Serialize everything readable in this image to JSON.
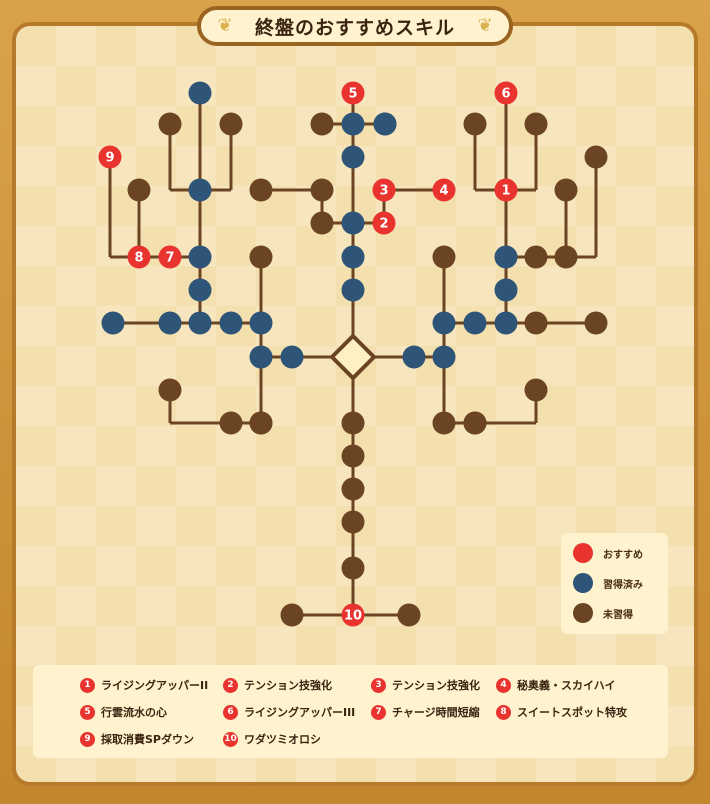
{
  "title": "終盤のおすすめスキル",
  "colors": {
    "recommended": "#e8332f",
    "learned": "#2e5478",
    "unlearned": "#6b4523",
    "line": "#6b4523",
    "center": "#fff0c2"
  },
  "legend": [
    {
      "label": "おすすめ",
      "state": "recommended"
    },
    {
      "label": "習得済み",
      "state": "learned"
    },
    {
      "label": "未習得",
      "state": "unlearned"
    }
  ],
  "recommendations": [
    {
      "num": "1",
      "name": "ライジングアッパーII"
    },
    {
      "num": "2",
      "name": "テンション技強化"
    },
    {
      "num": "3",
      "name": "テンション技強化"
    },
    {
      "num": "4",
      "name": "秘奥義・スカイハイ"
    },
    {
      "num": "5",
      "name": "行雲流水の心"
    },
    {
      "num": "6",
      "name": "ライジングアッパーIII"
    },
    {
      "num": "7",
      "name": "チャージ時間短縮"
    },
    {
      "num": "8",
      "name": "スイートスポット特攻"
    },
    {
      "num": "9",
      "name": "採取消費SPダウン"
    },
    {
      "num": "10",
      "name": "ワダツミオロシ"
    }
  ],
  "tree": {
    "nodes": [
      {
        "id": "c",
        "state": "center"
      },
      {
        "id": "u1",
        "state": "learned"
      },
      {
        "id": "u2",
        "state": "learned"
      },
      {
        "id": "u3",
        "state": "learned"
      },
      {
        "id": "u4",
        "state": "learned"
      },
      {
        "id": "u5",
        "state": "learned"
      },
      {
        "id": "u6",
        "state": "learned"
      },
      {
        "id": "u7",
        "state": "recommended",
        "num": "5"
      },
      {
        "id": "uL",
        "state": "unlearned"
      },
      {
        "id": "uR",
        "state": "learned"
      },
      {
        "id": "r2",
        "state": "recommended",
        "num": "2"
      },
      {
        "id": "r3",
        "state": "recommended",
        "num": "3"
      },
      {
        "id": "r4",
        "state": "recommended",
        "num": "4"
      },
      {
        "id": "uM",
        "state": "unlearned"
      },
      {
        "id": "uM2",
        "state": "unlearned"
      },
      {
        "id": "uM3",
        "state": "unlearned"
      },
      {
        "id": "l1",
        "state": "learned"
      },
      {
        "id": "l2",
        "state": "learned"
      },
      {
        "id": "l3",
        "state": "learned"
      },
      {
        "id": "l4",
        "state": "learned"
      },
      {
        "id": "l5",
        "state": "learned"
      },
      {
        "id": "l6",
        "state": "learned"
      },
      {
        "id": "l7",
        "state": "learned"
      },
      {
        "id": "l8",
        "state": "learned"
      },
      {
        "id": "l9",
        "state": "learned"
      },
      {
        "id": "l10",
        "state": "learned"
      },
      {
        "id": "l11",
        "state": "learned"
      },
      {
        "id": "l12",
        "state": "unlearned"
      },
      {
        "id": "l13",
        "state": "unlearned"
      },
      {
        "id": "l14",
        "state": "recommended",
        "num": "7"
      },
      {
        "id": "l15",
        "state": "recommended",
        "num": "8"
      },
      {
        "id": "l16",
        "state": "unlearned"
      },
      {
        "id": "l17",
        "state": "recommended",
        "num": "9"
      },
      {
        "id": "l18",
        "state": "unlearned"
      },
      {
        "id": "l19",
        "state": "unlearned"
      },
      {
        "id": "l20",
        "state": "unlearned"
      },
      {
        "id": "l21",
        "state": "unlearned"
      },
      {
        "id": "l22",
        "state": "unlearned"
      },
      {
        "id": "r1",
        "state": "learned"
      },
      {
        "id": "r5",
        "state": "learned"
      },
      {
        "id": "r6",
        "state": "learned"
      },
      {
        "id": "r7",
        "state": "learned"
      },
      {
        "id": "r8",
        "state": "learned"
      },
      {
        "id": "r9",
        "state": "learned"
      },
      {
        "id": "r10",
        "state": "learned"
      },
      {
        "id": "r11",
        "state": "unlearned"
      },
      {
        "id": "r12",
        "state": "unlearned"
      },
      {
        "id": "r13",
        "state": "unlearned"
      },
      {
        "id": "r14",
        "state": "unlearned"
      },
      {
        "id": "r15",
        "state": "unlearned"
      },
      {
        "id": "r16",
        "state": "unlearned"
      },
      {
        "id": "r17",
        "state": "recommended",
        "num": "1"
      },
      {
        "id": "r18",
        "state": "recommended",
        "num": "6"
      },
      {
        "id": "r19",
        "state": "unlearned"
      },
      {
        "id": "r20",
        "state": "unlearned"
      },
      {
        "id": "r21",
        "state": "unlearned"
      },
      {
        "id": "r22",
        "state": "unlearned"
      },
      {
        "id": "r23",
        "state": "unlearned"
      },
      {
        "id": "r24",
        "state": "unlearned"
      },
      {
        "id": "r25",
        "state": "unlearned"
      },
      {
        "id": "d1",
        "state": "unlearned"
      },
      {
        "id": "d2",
        "state": "unlearned"
      },
      {
        "id": "d3",
        "state": "unlearned"
      },
      {
        "id": "d4",
        "state": "unlearned"
      },
      {
        "id": "d5",
        "state": "unlearned"
      },
      {
        "id": "d6",
        "state": "recommended",
        "num": "10"
      },
      {
        "id": "d7",
        "state": "unlearned"
      },
      {
        "id": "d8",
        "state": "unlearned"
      }
    ]
  }
}
